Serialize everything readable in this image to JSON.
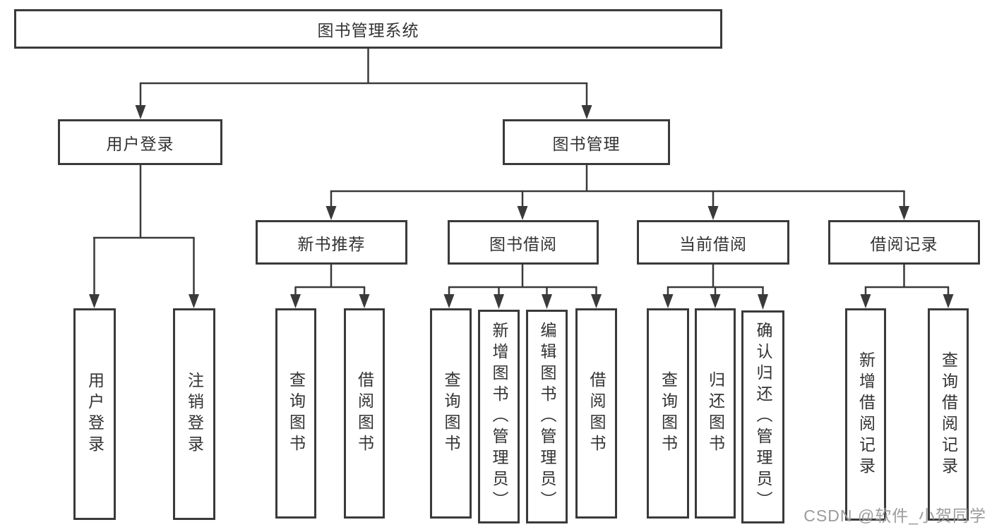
{
  "diagram": {
    "root": {
      "label": "图书管理系统",
      "children": [
        {
          "label": "用户登录",
          "children": [
            {
              "label": "用户登录"
            },
            {
              "label": "注销登录"
            }
          ]
        },
        {
          "label": "图书管理",
          "children": [
            {
              "label": "新书推荐",
              "children": [
                {
                  "label": "查询图书"
                },
                {
                  "label": "借阅图书"
                }
              ]
            },
            {
              "label": "图书借阅",
              "children": [
                {
                  "label": "查询图书"
                },
                {
                  "label": "新增图书（管理员）"
                },
                {
                  "label": "编辑图书（管理员）"
                },
                {
                  "label": "借阅图书"
                }
              ]
            },
            {
              "label": "当前借阅",
              "children": [
                {
                  "label": "查询图书"
                },
                {
                  "label": "归还图书"
                },
                {
                  "label": "确认归还（管理员）"
                }
              ]
            },
            {
              "label": "借阅记录",
              "children": [
                {
                  "label": "新增借阅记录"
                },
                {
                  "label": "查询借阅记录"
                }
              ]
            }
          ]
        }
      ]
    }
  },
  "watermark": {
    "text": "CSDN @软件_小贺同学"
  },
  "colors": {
    "background": "#ffffff",
    "line": "#3a3a3a",
    "box_border": "#3a3a3a",
    "box_fill": "#ffffff",
    "text": "#333333",
    "watermark": "#9b9b9b"
  }
}
